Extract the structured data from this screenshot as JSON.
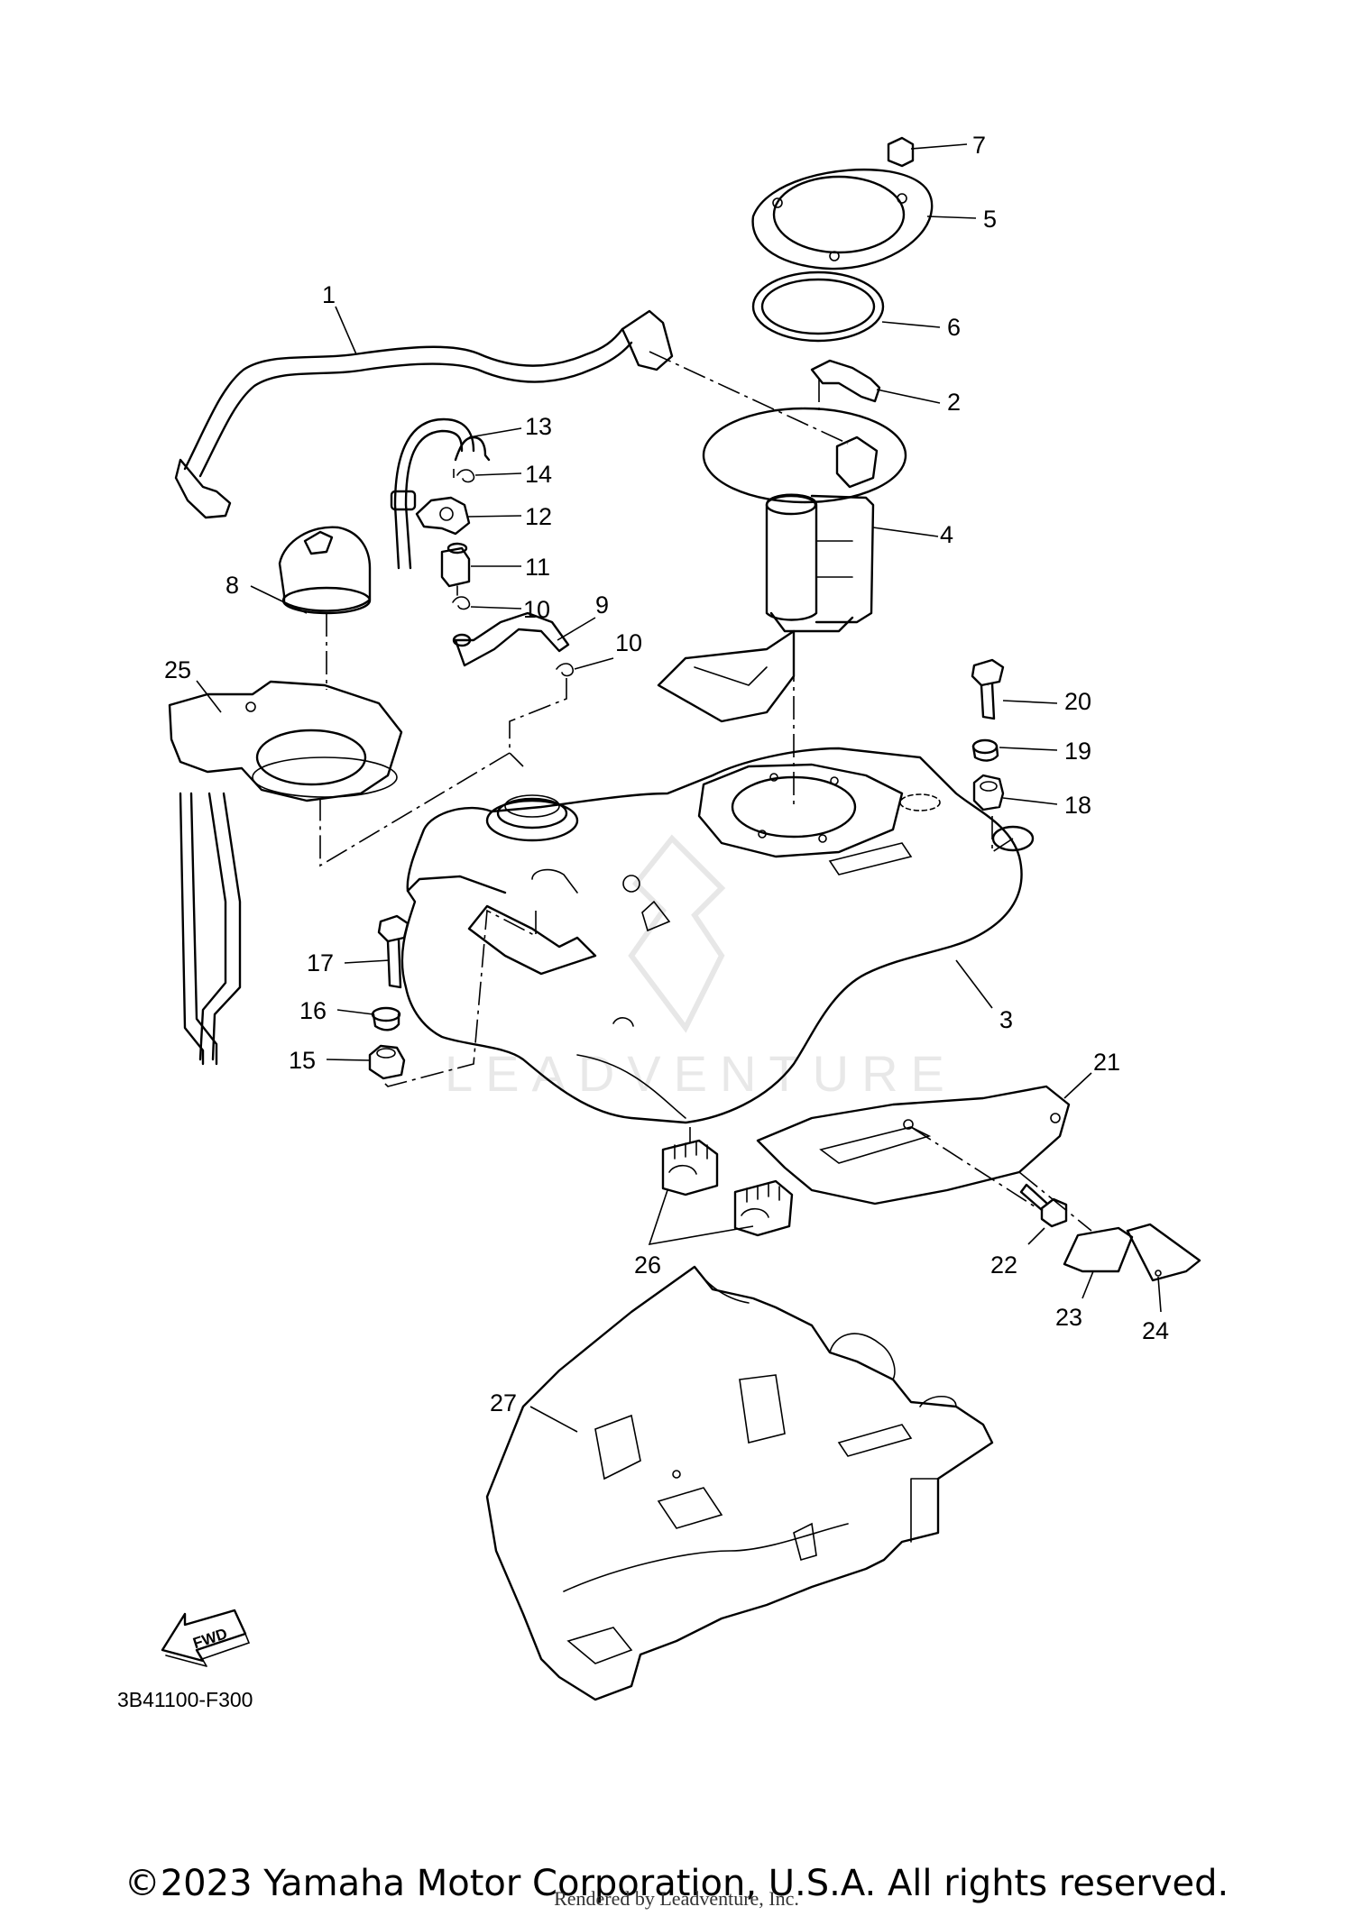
{
  "callouts": {
    "c1": "1",
    "c2": "2",
    "c3": "3",
    "c4": "4",
    "c5": "5",
    "c6": "6",
    "c7": "7",
    "c8": "8",
    "c9": "9",
    "c10a": "10",
    "c10b": "10",
    "c11": "11",
    "c12": "12",
    "c13": "13",
    "c14": "14",
    "c15": "15",
    "c16": "16",
    "c17": "17",
    "c18": "18",
    "c19": "19",
    "c20": "20",
    "c21": "21",
    "c22": "22",
    "c23": "23",
    "c24": "24",
    "c25": "25",
    "c26": "26",
    "c27": "27"
  },
  "fwd_label": "FWD",
  "diagram_code": "3B41100-F300",
  "watermark": "LEADVENTURE",
  "copyright": "©2023 Yamaha Motor Corporation, U.S.A. All rights reserved.",
  "rendered_by": "Rendered by Leadventure, Inc."
}
